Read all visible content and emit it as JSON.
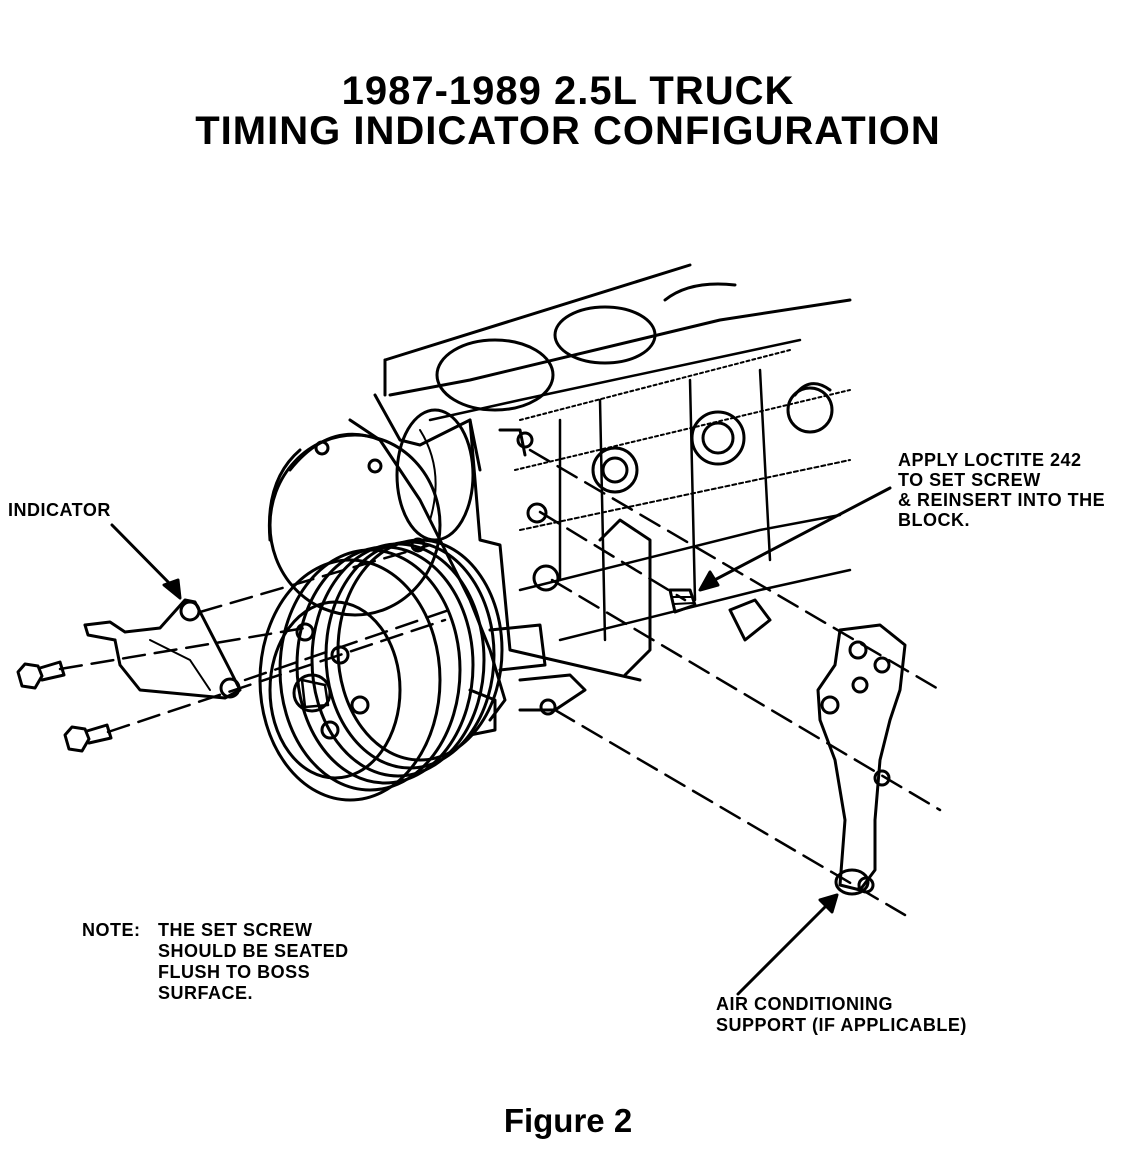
{
  "title": {
    "line1": "1987-1989 2.5L TRUCK",
    "line2": "TIMING INDICATOR CONFIGURATION"
  },
  "labels": {
    "indicator": "INDICATOR",
    "loctite": [
      "APPLY LOCTITE 242",
      "TO SET SCREW",
      "& REINSERT INTO THE",
      "BLOCK."
    ],
    "note_heading": "NOTE:",
    "note_lines": [
      "THE SET SCREW",
      "SHOULD BE SEATED",
      "FLUSH TO BOSS",
      "SURFACE."
    ],
    "ac_support": [
      "AIR CONDITIONING",
      "SUPPORT (IF APPLICABLE)"
    ]
  },
  "caption": "Figure 2"
}
